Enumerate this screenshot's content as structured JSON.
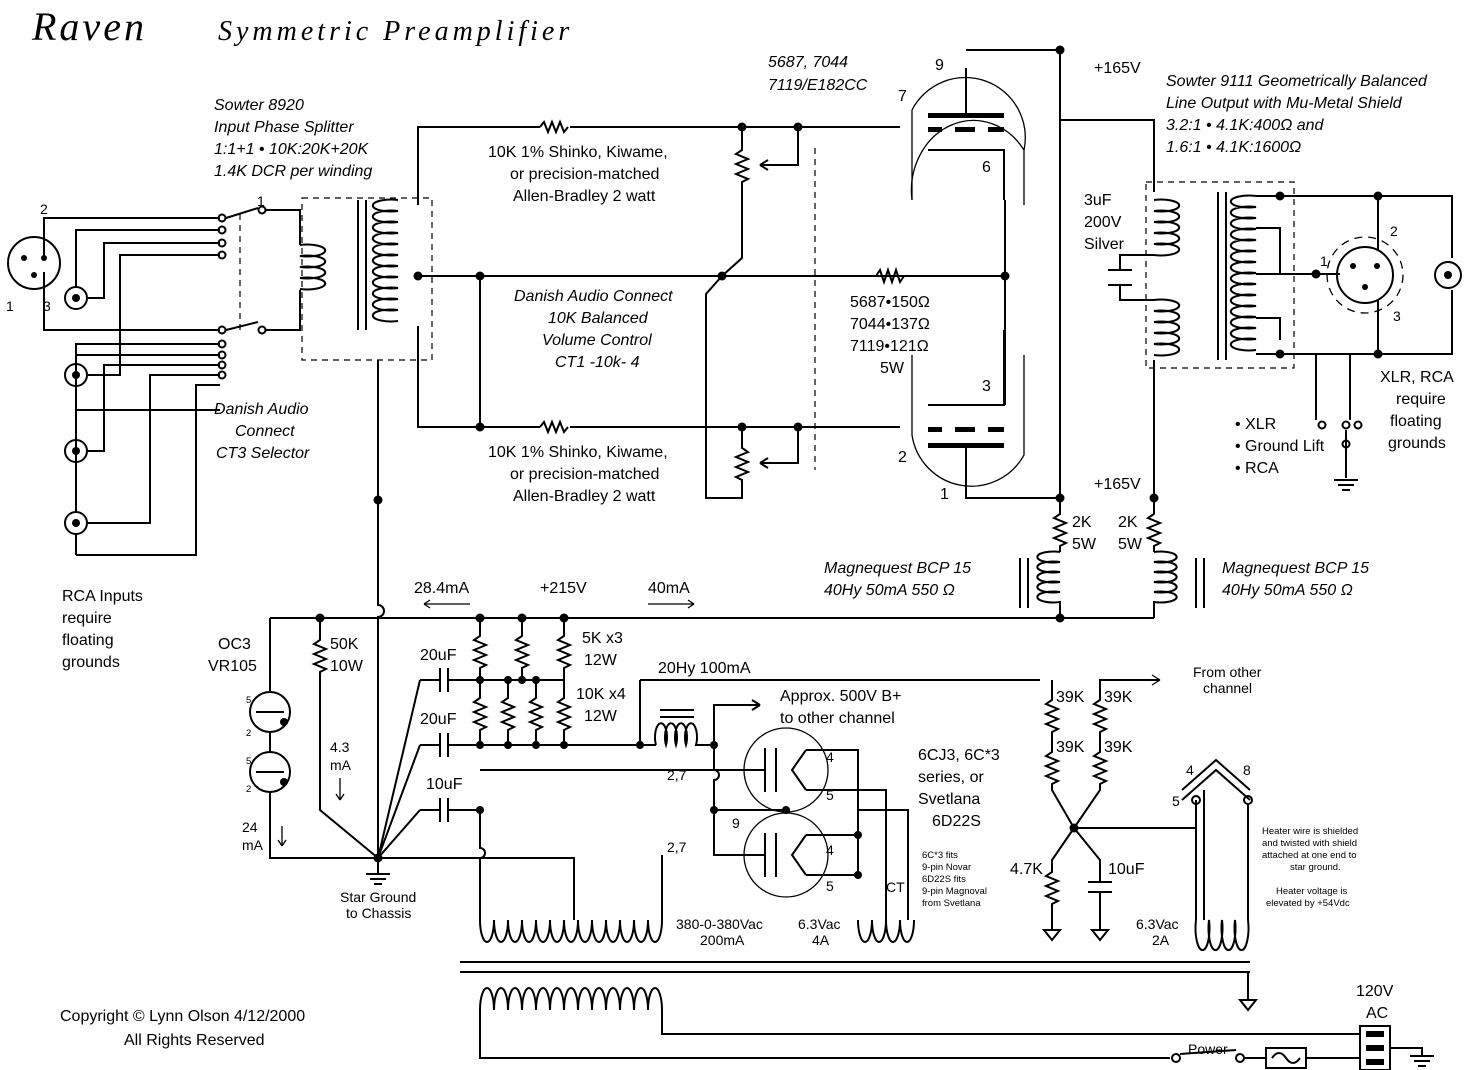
{
  "title": {
    "name": "Raven",
    "subtitle": "Symmetric Preamplifier"
  },
  "labels": {
    "input_tx": [
      "Sowter 8920",
      "Input Phase Splitter",
      "1:1+1 • 10K:20K+20K",
      "1.4K DCR per winding"
    ],
    "tube_types": [
      "5687, 7044",
      "7119/E182CC"
    ],
    "b_plus_top": "+165V",
    "b_plus_mid": "+165V",
    "output_tx": [
      "Sowter 9111 Geometrically Balanced",
      "Line Output with Mu-Metal Shield",
      "3.2:1 • 4.1K:400Ω  and",
      "1.6:1 • 4.1K:1600Ω"
    ],
    "plate_res_top": [
      "10K  1% Shinko, Kiwame,",
      "or precision-matched",
      "Allen-Bradley 2 watt"
    ],
    "plate_res_bot": [
      "10K  1% Shinko, Kiwame,",
      "or precision-matched",
      "Allen-Bradley 2 watt"
    ],
    "volume": [
      "Danish Audio Connect",
      "10K Balanced",
      "Volume Control",
      "CT1 -10k- 4"
    ],
    "cathode_res": [
      "5687•150Ω",
      "7044•137Ω",
      "7119•121Ω",
      "5W"
    ],
    "out_cap": [
      "3uF",
      "200V",
      "Silver"
    ],
    "selector": [
      "Danish Audio",
      "Connect",
      "CT3 Selector"
    ],
    "xlr_note": [
      "XLR, RCA",
      "require",
      "floating",
      "grounds"
    ],
    "lift": [
      "• XLR",
      "• Ground Lift",
      "• RCA"
    ],
    "r2k_left": [
      "2K",
      "5W"
    ],
    "r2k_right": [
      "2K",
      "5W"
    ],
    "choke_left": [
      "Magnequest BCP 15",
      "40Hy  50mA 550 Ω"
    ],
    "choke_right": [
      "Magnequest BCP 15",
      "40Hy  50mA 550 Ω"
    ],
    "rca_note": [
      "RCA Inputs",
      "require",
      "floating",
      "grounds"
    ],
    "cur_284": "28.4mA",
    "v215": "+215V",
    "cur_40": "40mA",
    "regulator": [
      "OC3",
      "VR105"
    ],
    "r50k": [
      "50K",
      "10W"
    ],
    "r5k": [
      "5K x3",
      "12W"
    ],
    "r10k": [
      "10K x4",
      "12W"
    ],
    "c20a": "20uF",
    "c20b": "20uF",
    "c10": "10uF",
    "choke_ps": "20Hy 100mA",
    "approx": [
      "Approx. 500V B+",
      "to other channel"
    ],
    "rect_types": [
      "6CJ3, 6C*3",
      "series, or",
      "Svetlana",
      "6D22S"
    ],
    "fits_note": [
      "6C*3 fits",
      "9-pin Novar",
      "6D22S fits",
      "9-pin Magnoval",
      "from Svetlana"
    ],
    "heater_note": [
      "Heater wire is shielded",
      "and twisted with shield",
      "attached at one end to",
      "star ground.",
      "",
      "Heater voltage is",
      "elevated by +54Vdc"
    ],
    "from_other": [
      "From other",
      "channel"
    ],
    "r39k": [
      "39K",
      "39K",
      "39K",
      "39K"
    ],
    "r47k": "4.7K",
    "c10b": "10uF",
    "cur_43": [
      "4.3",
      "mA"
    ],
    "cur_24": [
      "24",
      "mA"
    ],
    "star": [
      "Star Ground",
      "to Chassis"
    ],
    "sec_hv": [
      "380-0-380Vac",
      "200mA"
    ],
    "sec_63a": [
      "6.3Vac",
      "4A"
    ],
    "ct": "CT",
    "sec_63b": [
      "6.3Vac",
      "2A"
    ],
    "copyright": [
      "Copyright © Lynn Olson 4/12/2000",
      "All Rights Reserved"
    ],
    "ac": [
      "120V",
      "AC"
    ],
    "power": "Power",
    "pins": {
      "t9": "9",
      "t7": "7",
      "t6": "6",
      "t3": "3",
      "t2": "2",
      "t1": "1",
      "x2": "2",
      "x1": "1",
      "x3": "3",
      "o2": "2",
      "o1": "1",
      "o3": "3",
      "sel1": "1",
      "r5a": "5",
      "r2a": "2",
      "r5b": "5",
      "r2b": "2",
      "d27a": "2,7",
      "d4a": "4",
      "d5a": "5",
      "d9": "9",
      "d27b": "2,7",
      "d4b": "4",
      "d5b": "5",
      "h4": "4",
      "h8": "8",
      "h5": "5"
    }
  }
}
